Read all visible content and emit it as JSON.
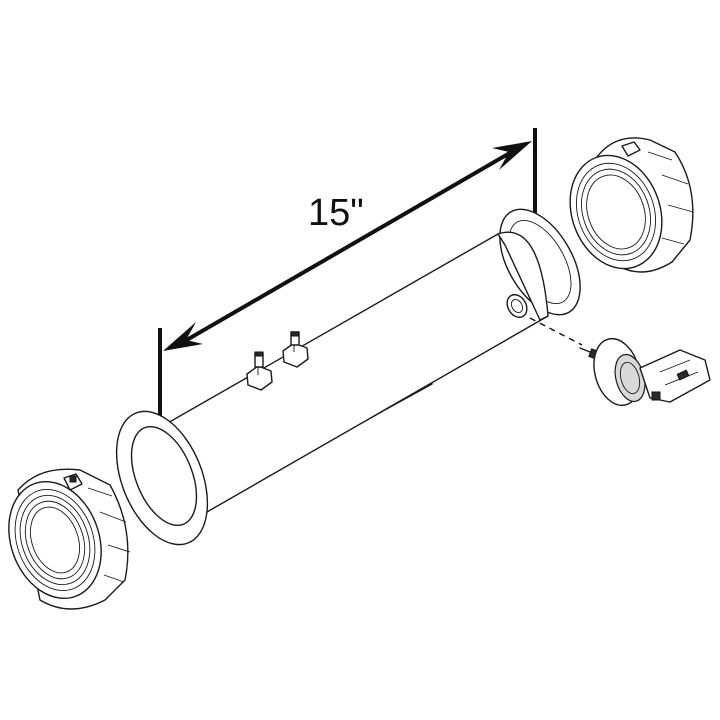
{
  "diagram": {
    "dimension_label": "15\"",
    "parts": [
      "heater-tube",
      "left-union-nut",
      "right-union-nut",
      "terminal-posts",
      "sensor-probe"
    ]
  }
}
